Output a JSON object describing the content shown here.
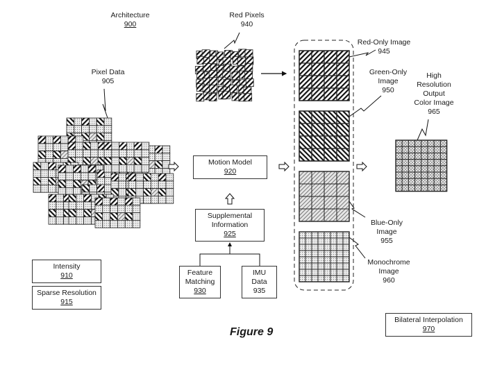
{
  "figure_caption": "Figure 9",
  "labels": {
    "architecture": {
      "text": "Architecture",
      "ref": "900"
    },
    "red_pixels": {
      "text": "Red Pixels",
      "ref": "940"
    },
    "pixel_data": {
      "text": "Pixel Data",
      "ref": "905"
    },
    "red_only": {
      "text": "Red-Only Image",
      "ref": "945"
    },
    "green_only": {
      "lines": [
        "Green-Only",
        "Image"
      ],
      "ref": "950"
    },
    "blue_only": {
      "lines": [
        "Blue-Only",
        "Image"
      ],
      "ref": "955"
    },
    "monochrome": {
      "lines": [
        "Monochrome",
        "Image"
      ],
      "ref": "960"
    },
    "hires": {
      "lines": [
        "High",
        "Resolution",
        "Output",
        "Color Image"
      ],
      "ref": "965"
    }
  },
  "boxes": {
    "motion_model": {
      "lines": [
        "Motion Model"
      ],
      "ref": "920"
    },
    "supplemental": {
      "lines": [
        "Supplemental",
        "Information"
      ],
      "ref": "925"
    },
    "feature_matching": {
      "lines": [
        "Feature",
        "Matching"
      ],
      "ref": "930"
    },
    "imu_data": {
      "lines": [
        "IMU",
        "Data"
      ],
      "ref": "935"
    },
    "intensity": {
      "lines": [
        "Intensity"
      ],
      "ref": "910"
    },
    "sparse_resolution": {
      "lines": [
        "Sparse Resolution"
      ],
      "ref": "915"
    },
    "bilateral_interpolation": {
      "lines": [
        "Bilateral Interpolation"
      ],
      "ref": "970"
    }
  }
}
